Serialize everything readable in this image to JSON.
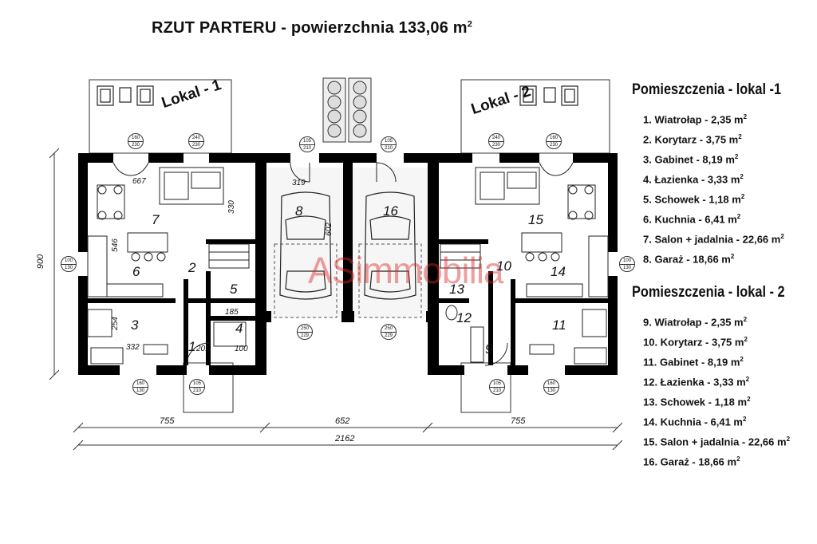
{
  "title": {
    "text": "RZUT PARTERU - powierzchnia 133,06 m",
    "sup": "2"
  },
  "lokal_tags": {
    "left": "Lokal - 1",
    "right": "Lokal - 2"
  },
  "watermark": "ASimmobilia",
  "legend1": {
    "heading": "Pomieszczenia - lokal -1",
    "items": [
      {
        "label": "1. Wiatrołap - 2,35 m",
        "sup": "2"
      },
      {
        "label": "2. Korytarz - 3,75 m",
        "sup": "2"
      },
      {
        "label": "3. Gabinet - 8,19 m",
        "sup": "2"
      },
      {
        "label": "4. Łazienka - 3,33 m",
        "sup": "2"
      },
      {
        "label": "5. Schowek - 1,18 m",
        "sup": "2"
      },
      {
        "label": "6. Kuchnia - 6,41 m",
        "sup": "2"
      },
      {
        "label": "7. Salon + jadalnia - 22,66 m",
        "sup": "2"
      },
      {
        "label": "8. Garaż - 18,66 m",
        "sup": "2"
      }
    ]
  },
  "legend2": {
    "heading": "Pomieszczenia - lokal - 2",
    "items": [
      {
        "label": "9.  Wiatrołap - 2,35 m",
        "sup": "2"
      },
      {
        "label": "10. Korytarz - 3,75 m",
        "sup": "2"
      },
      {
        "label": "11. Gabinet - 8,19 m",
        "sup": "2"
      },
      {
        "label": "12. Łazienka - 3,33 m",
        "sup": "2"
      },
      {
        "label": "13. Schowek - 1,18 m",
        "sup": "2"
      },
      {
        "label": "14. Kuchnia - 6,41 m",
        "sup": "2"
      },
      {
        "label": "15. Salon + jadalnia - 22,66 m",
        "sup": "2"
      },
      {
        "label": "16. Garaż - 18,66 m",
        "sup": "2"
      }
    ]
  },
  "rooms": [
    "1",
    "2",
    "3",
    "4",
    "5",
    "6",
    "7",
    "8",
    "9",
    "10",
    "11",
    "12",
    "13",
    "14",
    "15",
    "16"
  ],
  "dims": {
    "d667": "667",
    "d330": "330",
    "d546": "546",
    "d254": "254",
    "d332": "332",
    "d201": "201",
    "d100": "100",
    "d185": "185",
    "d319": "319",
    "d602": "602",
    "d900": "900",
    "d755a": "755",
    "d652": "652",
    "d755b": "755",
    "d2162": "2162"
  },
  "openings": {
    "o1": [
      "160",
      "230"
    ],
    "o2": [
      "240",
      "230"
    ],
    "o3": [
      "105",
      "210"
    ],
    "o4": [
      "105",
      "210"
    ],
    "o5": [
      "240",
      "230"
    ],
    "o6": [
      "160",
      "230"
    ],
    "o7": [
      "100",
      "130"
    ],
    "o8": [
      "100",
      "130"
    ],
    "o9": [
      "160",
      "130"
    ],
    "o10": [
      "105",
      "210"
    ],
    "o11": [
      "105",
      "210"
    ],
    "o12": [
      "160",
      "130"
    ],
    "o13": [
      "250",
      "229"
    ],
    "o14": [
      "250",
      "229"
    ]
  }
}
